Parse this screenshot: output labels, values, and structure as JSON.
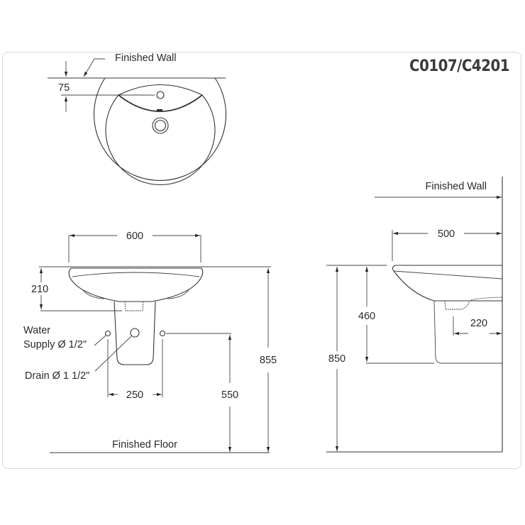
{
  "title": "C0107/C4201",
  "top_view": {
    "wall_label": "Finished Wall",
    "dim_tap_offset": "75"
  },
  "front_view": {
    "dim_width": "600",
    "dim_basin_depth": "210",
    "dim_total_height": "855",
    "dim_supply_spacing": "250",
    "dim_supply_height": "550",
    "water_supply_label_line1": "Water",
    "water_supply_label_line2": "Supply Ø 1/2\"",
    "drain_label": "Drain Ø 1 1/2\"",
    "floor_label": "Finished Floor"
  },
  "side_view": {
    "wall_label": "Finished Wall",
    "dim_projection": "500",
    "dim_pedestal_height": "460",
    "dim_total_height": "850",
    "dim_drain_offset": "220"
  },
  "colors": {
    "line": "#333333",
    "title": "#3a3a3a",
    "frame": "#d9d9d9"
  }
}
